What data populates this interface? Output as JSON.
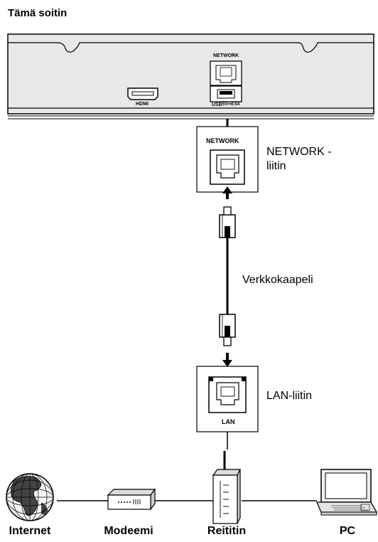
{
  "title": "Tämä soitin",
  "player": {
    "network_port_label": "NETWORK",
    "hdmi_label": "HDMI",
    "usb_label": "USB",
    "usb_rating": "5V⎓0.5A"
  },
  "zoom": {
    "network_header": "NETWORK",
    "network_caption_line1": "NETWORK -",
    "network_caption_line2": "liitin",
    "cable_caption": "Verkkokaapeli",
    "lan_header": "LAN",
    "lan_caption": "LAN-liitin"
  },
  "devices": {
    "internet": "Internet",
    "modem": "Modeemi",
    "router": "Reititin",
    "pc": "PC"
  }
}
